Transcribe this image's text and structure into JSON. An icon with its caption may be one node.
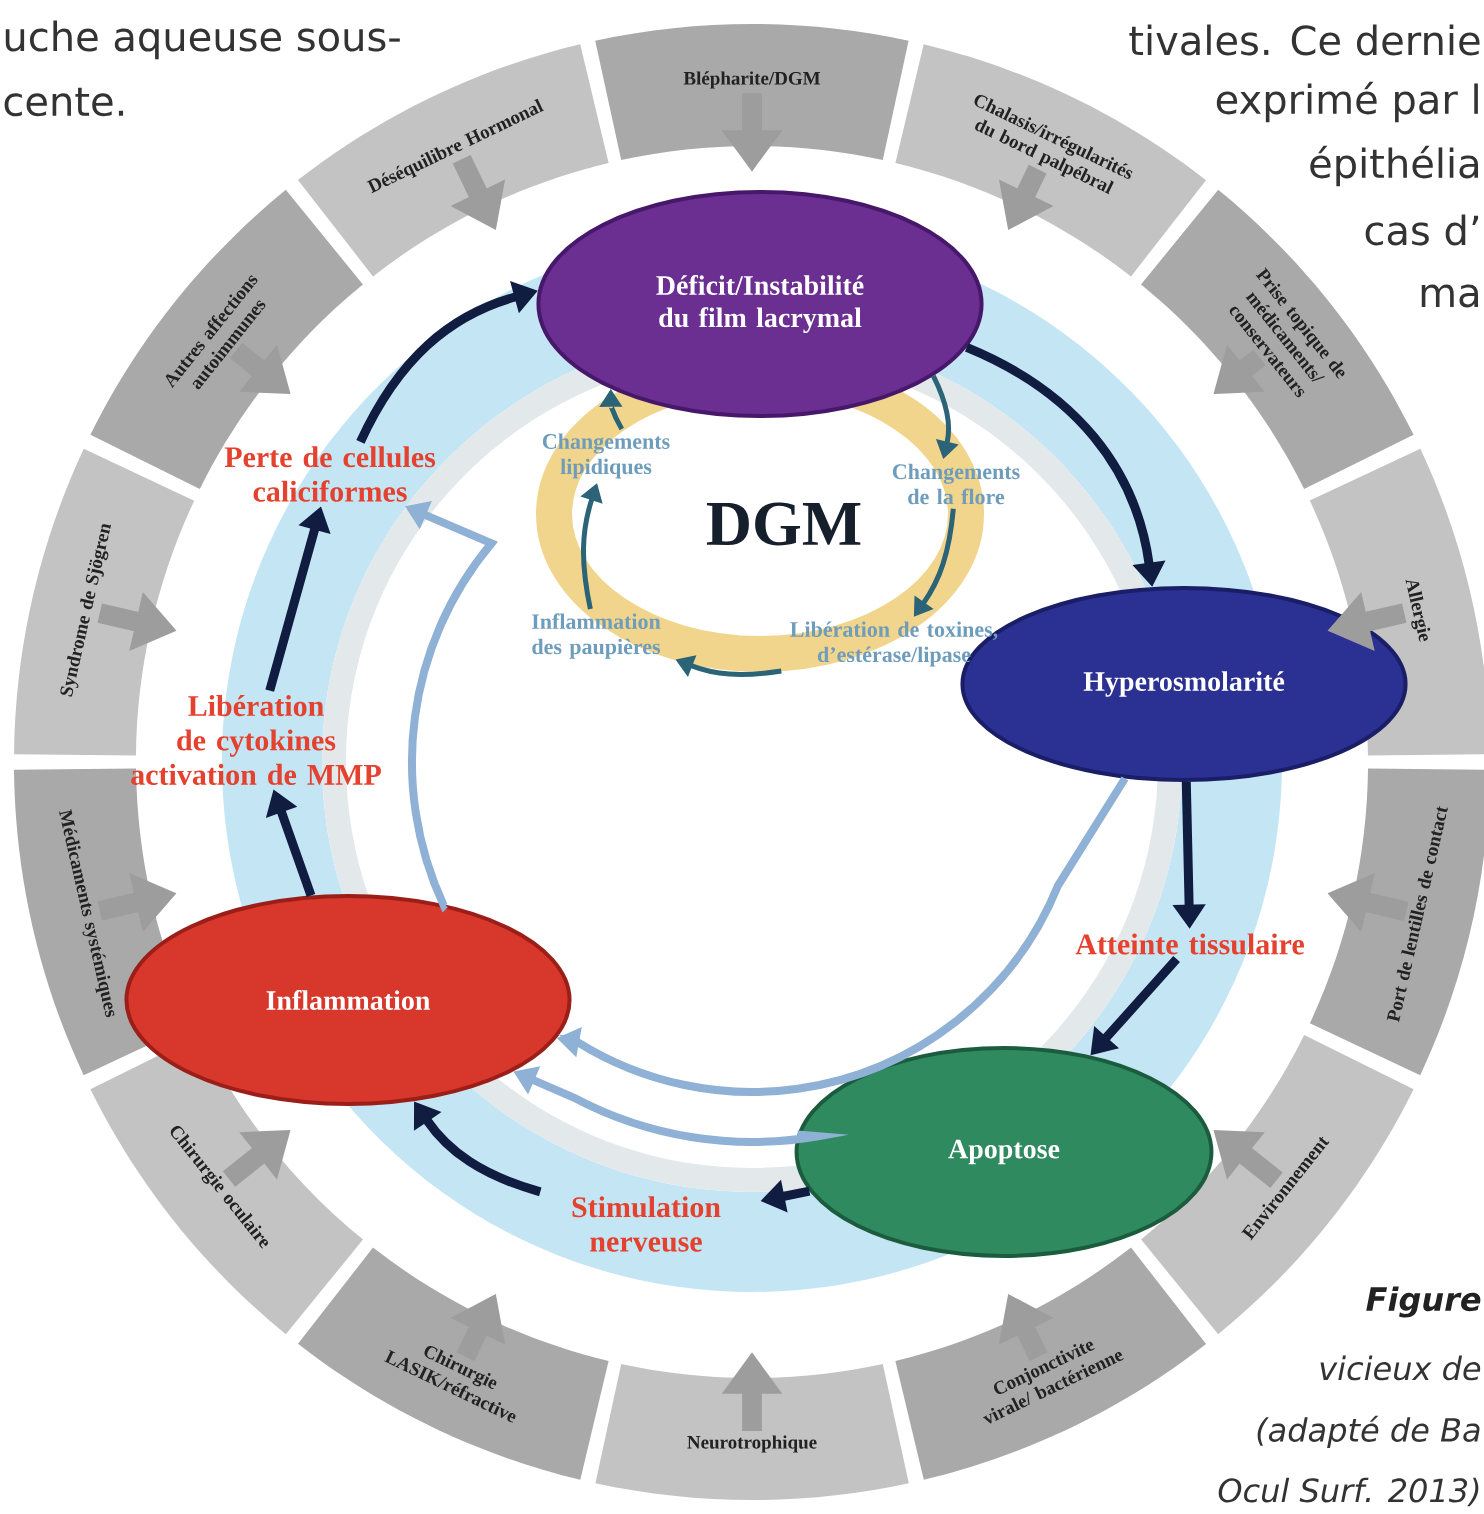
{
  "diagram": {
    "nodes": [
      {
        "text": [
          "Déficit/Instabilité du film lacrymal"
        ]
      },
      {
        "text": [
          "Hyperosmolarité"
        ]
      },
      {
        "text": [
          "Atteinte tissulaire"
        ]
      },
      {
        "text": [
          "Apoptose"
        ]
      },
      {
        "text": [
          "Stimulation nerveuse"
        ]
      },
      {
        "text": [
          "Inflammation"
        ]
      },
      {
        "text": [
          "Libération de cytokines activation de MMP"
        ]
      },
      {
        "text": [
          "Perte de cellules caliciformes"
        ]
      },
      {
        "text": [
          "Changements lipidiques"
        ]
      },
      {
        "text": [
          "Changements de la flore"
        ]
      },
      {
        "text": [
          "Libération de toxines, d’estérase/lipase"
        ]
      },
      {
        "text": [
          "Inflammation des paupières"
        ]
      },
      {
        "text": [
          "Blépharite/DGM"
        ]
      },
      {
        "text": [
          "Chalasis/irrégularités du bord palpébral"
        ]
      },
      {
        "text": [
          "Prise topique de médicaments/ conservateurs"
        ]
      },
      {
        "text": [
          "Allergie"
        ]
      },
      {
        "text": [
          "Port de lentilles de contact"
        ]
      },
      {
        "text": [
          "Environnement"
        ]
      },
      {
        "text": [
          "Conjonctivite virale/ bactérienne"
        ]
      },
      {
        "text": [
          "Neurotrophique"
        ]
      },
      {
        "text": [
          "Chirurgie LASIK/réfractive"
        ]
      },
      {
        "text": [
          "Chirurgie oculaire"
        ]
      },
      {
        "text": [
          "Médicaments systémiques"
        ]
      },
      {
        "text": [
          "Syndrome de Sjögren"
        ]
      },
      {
        "text": [
          "Autres affections autoimmunes"
        ]
      },
      {
        "text": [
          "Déséquilibre Hormonal"
        ]
      }
    ],
    "edges": [
      {
        "from": 0,
        "to": 1,
        "arrow": "to",
        "color": "#101c40"
      },
      {
        "from": 1,
        "to": 2,
        "arrow": "to",
        "color": "#101c40"
      },
      {
        "from": 2,
        "to": 3,
        "arrow": "to",
        "color": "#101c40"
      },
      {
        "from": 3,
        "to": 4,
        "arrow": "to",
        "color": "#101c40"
      },
      {
        "from": 4,
        "to": 5,
        "arrow": "to",
        "color": "#101c40"
      },
      {
        "from": 5,
        "to": 6,
        "arrow": "to",
        "color": "#101c40"
      },
      {
        "from": 6,
        "to": 7,
        "arrow": "to",
        "color": "#101c40"
      },
      {
        "from": 7,
        "to": 0,
        "arrow": "to",
        "color": "#101c40"
      },
      {
        "from": 1,
        "to": 5,
        "arrow": "to",
        "color": "#8fb1d6"
      },
      {
        "from": 3,
        "to": 5,
        "arrow": "to",
        "color": "#8fb1d6"
      },
      {
        "from": 5,
        "to": 7,
        "arrow": "to",
        "color": "#8fb1d6"
      },
      {
        "from": 0,
        "to": 9,
        "arrow": "to",
        "color": "#2b6377"
      },
      {
        "from": 9,
        "to": 10,
        "arrow": "to",
        "color": "#2b6377"
      },
      {
        "from": 10,
        "to": 11,
        "arrow": "to",
        "color": "#2b6377"
      },
      {
        "from": 11,
        "to": 8,
        "arrow": "to",
        "color": "#2b6377"
      },
      {
        "from": 8,
        "to": 0,
        "arrow": "to",
        "color": "#2b6377"
      },
      {
        "from": 12,
        "to": null,
        "arrow": "to",
        "style": "thick"
      },
      {
        "from": 13,
        "to": null,
        "arrow": "to",
        "style": "thick"
      },
      {
        "from": 14,
        "to": null,
        "arrow": "to",
        "style": "thick"
      },
      {
        "from": 15,
        "to": null,
        "arrow": "to",
        "style": "thick"
      },
      {
        "from": 16,
        "to": null,
        "arrow": "to",
        "style": "thick"
      },
      {
        "from": 17,
        "to": null,
        "arrow": "to",
        "style": "thick"
      },
      {
        "from": 18,
        "to": null,
        "arrow": "to",
        "style": "thick"
      },
      {
        "from": 19,
        "to": null,
        "arrow": "to",
        "style": "thick"
      },
      {
        "from": 20,
        "to": null,
        "arrow": "to",
        "style": "thick"
      },
      {
        "from": 21,
        "to": null,
        "arrow": "to",
        "style": "thick"
      },
      {
        "from": 22,
        "to": null,
        "arrow": "to",
        "style": "thick"
      },
      {
        "from": 23,
        "to": null,
        "arrow": "to",
        "style": "thick"
      },
      {
        "from": 24,
        "to": null,
        "arrow": "to",
        "style": "thick"
      },
      {
        "from": 25,
        "to": null,
        "arrow": "to",
        "style": "thick"
      }
    ],
    "labels": [
      "uche aqueuse sous-",
      "tivales. Ce dernie",
      "cente.",
      "exprimé par l",
      "épithélia",
      "cas d’",
      "ma",
      "DGM",
      "Figure",
      "vicieux de",
      "(adapté de Ba",
      "Ocul Surf. 2013)"
    ]
  }
}
